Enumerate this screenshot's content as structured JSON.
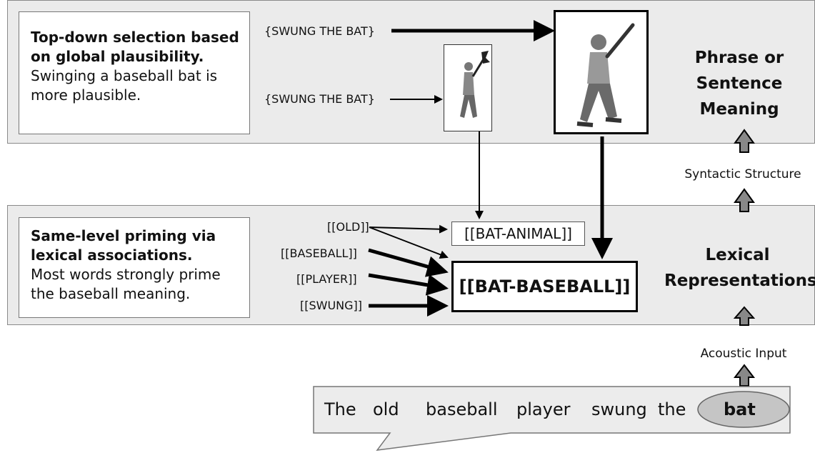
{
  "top_note": {
    "bold": "Top-down selection based on global plausibility.",
    "text": "Swinging a baseball bat is more plausible."
  },
  "mid_note": {
    "bold": "Same-level priming via lexical associations.",
    "text": "Most words strongly prime the baseball meaning."
  },
  "phrase_labels": [
    "{SWUNG THE BAT}",
    "{SWUNG THE BAT}"
  ],
  "prime_words": [
    "[[OLD]]",
    "[[BASEBALL]]",
    "[[PLAYER]]",
    "[[SWUNG]]"
  ],
  "meanings": {
    "animal": "[[BAT-ANIMAL]]",
    "baseball": "[[BAT-BASEBALL]]"
  },
  "levels": {
    "phrase": "Phrase or Sentence Meaning",
    "syntax": "Syntactic Structure",
    "lexical": "Lexical Representations",
    "acoustic": "Acoustic Input"
  },
  "sentence": [
    "The",
    "old",
    "baseball",
    "player",
    "swung",
    "the",
    "bat"
  ]
}
